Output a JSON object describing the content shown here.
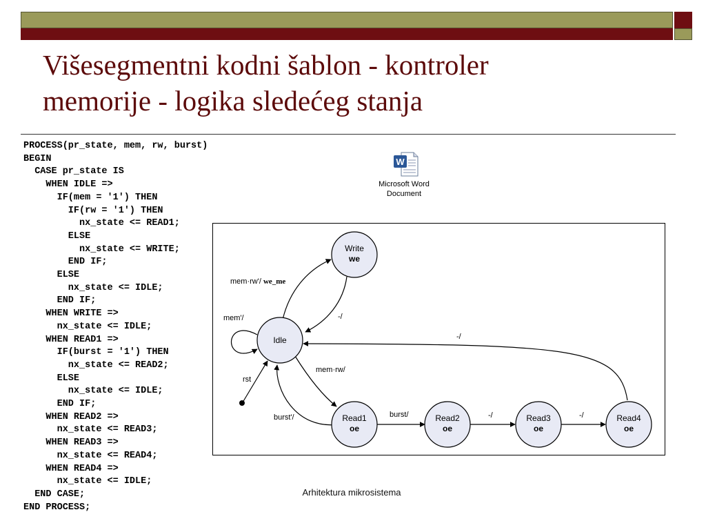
{
  "slide": {
    "title_line1": "Višesegmentni kodni šablon - kontroler",
    "title_line2": "memorije - logika sledećeg stanja",
    "footer": "Arhitektura mikrosistema"
  },
  "code": [
    "PROCESS(pr_state, mem, rw, burst)",
    "BEGIN",
    "  CASE pr_state IS",
    "    WHEN IDLE =>",
    "      IF(mem = '1') THEN",
    "        IF(rw = '1') THEN",
    "          nx_state <= READ1;",
    "        ELSE",
    "          nx_state <= WRITE;",
    "        END IF;",
    "      ELSE",
    "        nx_state <= IDLE;",
    "      END IF;",
    "    WHEN WRITE =>",
    "      nx_state <= IDLE;",
    "    WHEN READ1 =>",
    "      IF(burst = '1') THEN",
    "        nx_state <= READ2;",
    "      ELSE",
    "        nx_state <= IDLE;",
    "      END IF;",
    "    WHEN READ2 =>",
    "      nx_state <= READ3;",
    "    WHEN READ3 =>",
    "      nx_state <= READ4;",
    "    WHEN READ4 =>",
    "      nx_state <= IDLE;",
    "  END CASE;",
    "END PROCESS;"
  ],
  "embedded_object": {
    "icon": "word-document-icon",
    "label_line1": "Microsoft Word",
    "label_line2": "Document"
  },
  "state_diagram": {
    "states": {
      "write": {
        "name": "Write",
        "output": "we"
      },
      "idle": {
        "name": "Idle",
        "output": ""
      },
      "read1": {
        "name": "Read1",
        "output": "oe"
      },
      "read2": {
        "name": "Read2",
        "output": "oe"
      },
      "read3": {
        "name": "Read3",
        "output": "oe"
      },
      "read4": {
        "name": "Read4",
        "output": "oe"
      }
    },
    "transitions": {
      "idle_to_write": {
        "cond": "mem·rw'/",
        "out": "we_me"
      },
      "write_to_idle": "-/",
      "idle_self": "mem'/",
      "reset": "rst",
      "idle_to_read1": "mem·rw/",
      "read1_to_idle": "burst'/",
      "read1_to_read2": "burst/",
      "read2_to_read3": "-/",
      "read3_to_read4": "-/",
      "read4_to_idle": "-/"
    },
    "colors": {
      "node_fill": "#e8eaf5",
      "stroke": "#000000"
    }
  }
}
